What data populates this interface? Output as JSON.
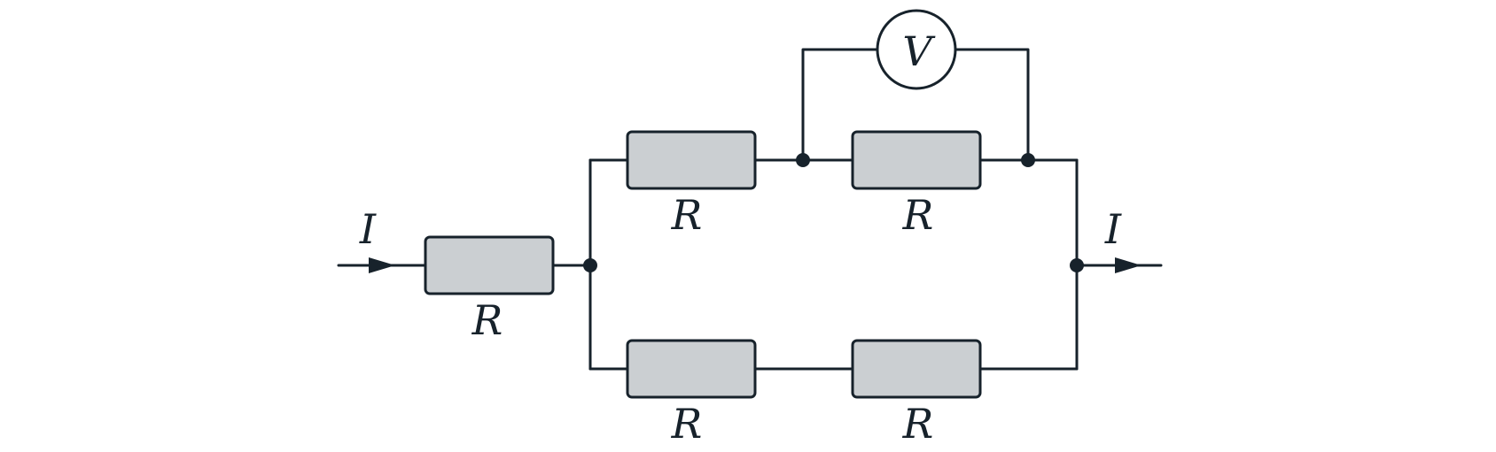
{
  "diagram": {
    "labels": {
      "current_in": "I",
      "current_out": "I",
      "voltmeter": "V",
      "r_series": "R",
      "r_top_left": "R",
      "r_top_right": "R",
      "r_bottom_left": "R",
      "r_bottom_right": "R"
    },
    "colors": {
      "wire": "#17222b",
      "resistor_fill": "#cbcfd2"
    }
  }
}
